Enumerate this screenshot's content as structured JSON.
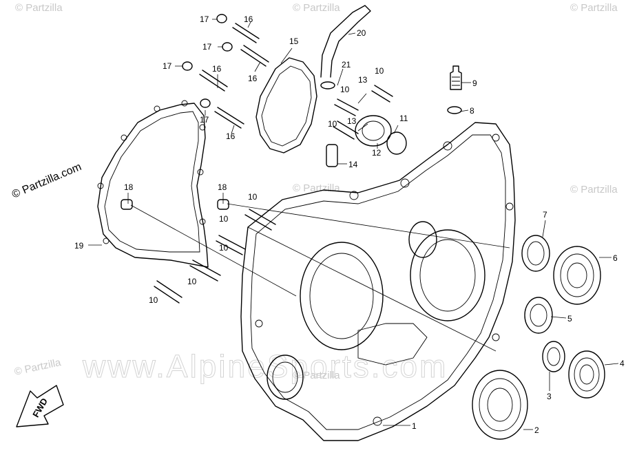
{
  "diagram": {
    "copyright_text": "© Partzilla.com",
    "watermark_text": "© Partzilla",
    "site_watermark": "www.AlpineSports.com",
    "direction_label": "FWD",
    "callouts": {
      "c1": "1",
      "c2": "2",
      "c3": "3",
      "c4": "4",
      "c5": "5",
      "c6": "6",
      "c7": "7",
      "c8": "8",
      "c9": "9",
      "c10a": "10",
      "c10b": "10",
      "c10c": "10",
      "c10d": "10",
      "c10e": "10",
      "c10f": "10",
      "c10g": "10",
      "c10h": "10",
      "c11": "11",
      "c12": "12",
      "c13a": "13",
      "c13b": "13",
      "c14": "14",
      "c15": "15",
      "c16a": "16",
      "c16b": "16",
      "c16c": "16",
      "c16d": "16",
      "c17a": "17",
      "c17b": "17",
      "c17c": "17",
      "c17d": "17",
      "c18a": "18",
      "c18b": "18",
      "c19": "19",
      "c20": "20",
      "c21": "21"
    }
  }
}
